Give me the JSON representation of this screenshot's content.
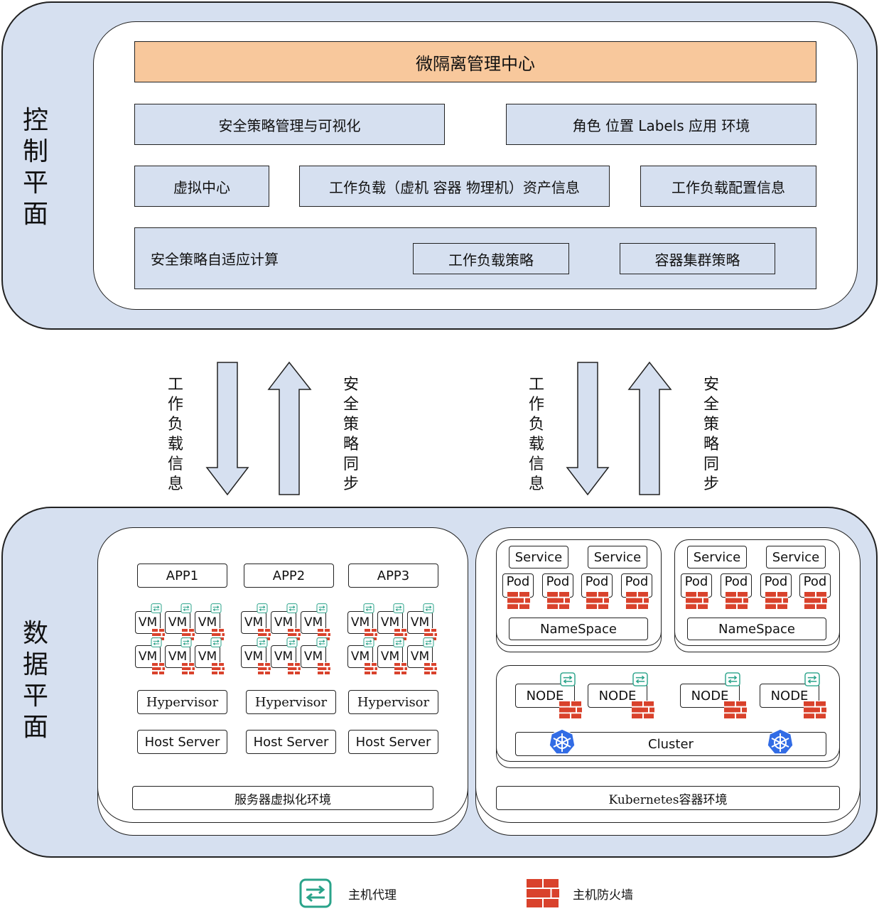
{
  "control": {
    "side_label": "控制平面",
    "header": "微隔离管理中心",
    "policy_viz": "安全策略管理与可视化",
    "labels": "角色 位置 Labels 应用 环境",
    "virtual_center": "虚拟中心",
    "workload_assets": "工作负载（虚机 容器 物理机）资产信息",
    "workload_config": "工作负载配置信息",
    "adaptive": "安全策略自适应计算",
    "workload_policy": "工作负载策略",
    "cluster_policy": "容器集群策略"
  },
  "flows": {
    "down_label": "工作负载信息",
    "up_label": "安全策略同步"
  },
  "data": {
    "side_label": "数据平面",
    "apps": [
      "APP1",
      "APP2",
      "APP3"
    ],
    "vm_label": "VM",
    "hypervisor": "Hypervisor",
    "host_server": "Host Server",
    "virt_env": "服务器虚拟化环境",
    "service": "Service",
    "pod": "Pod",
    "namespace": "NameSpace",
    "node": "NODE",
    "cluster": "Cluster",
    "k8s_env": "Kubernetes容器环境"
  },
  "legend": {
    "agent": "主机代理",
    "firewall": "主机防火墙"
  },
  "colors": {
    "panel": "#d6e0f0",
    "header": "#f8c89c",
    "brick": "#d9422c",
    "agent": "#2aa38a",
    "k8s": "#326ce5"
  }
}
